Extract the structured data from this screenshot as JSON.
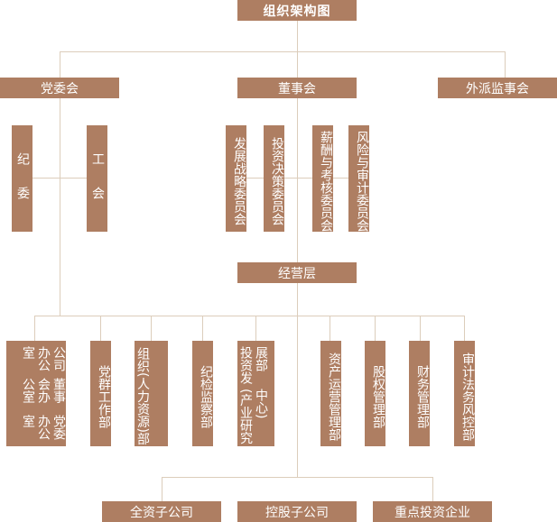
{
  "title": "组织架构图",
  "level1": {
    "party": "党委会",
    "board": "董事会",
    "supervisors": "外派监事会"
  },
  "party_children": [
    "纪委",
    "工会"
  ],
  "board_committees": [
    "发展战略委员会",
    "投资决策委员会",
    "薪酬与考核委员会",
    "风险与审计委员会"
  ],
  "management": "经营层",
  "departments": [
    {
      "label": "公司办公室 董事会办公室 党委办公室",
      "lines": [
        "公司办公室",
        "董事会办公室",
        "党委办公室"
      ]
    },
    {
      "label": "党群工作部"
    },
    {
      "label": "组织(人力资源)部",
      "lines": [
        "组织",
        "(人力资源)部"
      ]
    },
    {
      "label": "纪检监察部"
    },
    {
      "label": "投资发展部(产业研究中心)",
      "lines": [
        "投资发展部",
        "(产业研究中心)"
      ]
    },
    {
      "label": "资产运营管理部"
    },
    {
      "label": "股权管理部"
    },
    {
      "label": "财务管理部"
    },
    {
      "label": "审计法务风控部"
    }
  ],
  "subsidiaries": [
    "全资子公司",
    "控股子公司",
    "重点投资企业"
  ],
  "colors": {
    "box": "#ae7e62",
    "line": "#dccdbb",
    "text": "#ffffff"
  }
}
